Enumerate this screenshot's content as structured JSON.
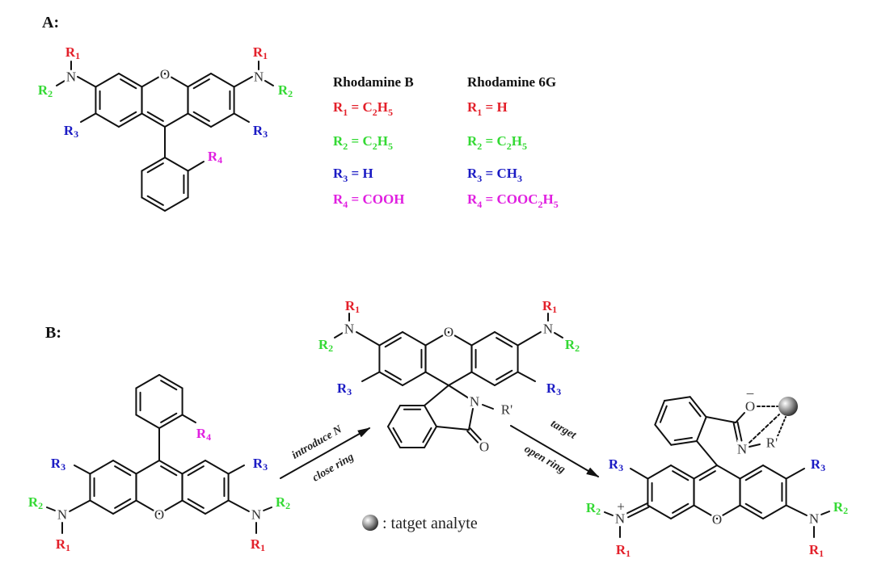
{
  "panel_labels": {
    "a": "A:",
    "b": "B:"
  },
  "substituents": {
    "R1": {
      "base": "R",
      "sub": "1",
      "color": "#e3202a"
    },
    "R2": {
      "base": "R",
      "sub": "2",
      "color": "#34d934"
    },
    "R3": {
      "base": "R",
      "sub": "3",
      "color": "#1b1bc4"
    },
    "R4": {
      "base": "R",
      "sub": "4",
      "color": "#e01fe0"
    }
  },
  "atoms": {
    "N": "N",
    "O": "O",
    "R_prime": "R'",
    "plus": "+",
    "minus": "–"
  },
  "table": {
    "columns": [
      {
        "header": "Rhodamine B",
        "rows": [
          {
            "r": "R1",
            "segments": [
              [
                "R",
                ""
              ],
              [
                "1",
                "sub"
              ],
              [
                " = C",
                ""
              ],
              [
                "2",
                "sub"
              ],
              [
                "H",
                ""
              ],
              [
                "5",
                "sub"
              ]
            ]
          },
          {
            "r": "R2",
            "segments": [
              [
                "R",
                ""
              ],
              [
                "2",
                "sub"
              ],
              [
                " = C",
                ""
              ],
              [
                "2",
                "sub"
              ],
              [
                "H",
                ""
              ],
              [
                "5",
                "sub"
              ]
            ]
          },
          {
            "r": "R3",
            "segments": [
              [
                "R",
                ""
              ],
              [
                "3",
                "sub"
              ],
              [
                " = H",
                ""
              ]
            ]
          },
          {
            "r": "R4",
            "segments": [
              [
                "R",
                ""
              ],
              [
                "4",
                "sub"
              ],
              [
                " = COOH",
                ""
              ]
            ]
          }
        ]
      },
      {
        "header": "Rhodamine 6G",
        "rows": [
          {
            "r": "R1",
            "segments": [
              [
                "R",
                ""
              ],
              [
                "1",
                "sub"
              ],
              [
                " = H",
                ""
              ]
            ]
          },
          {
            "r": "R2",
            "segments": [
              [
                "R",
                ""
              ],
              [
                "2",
                "sub"
              ],
              [
                " = C",
                ""
              ],
              [
                "2",
                "sub"
              ],
              [
                "H",
                ""
              ],
              [
                "5",
                "sub"
              ]
            ]
          },
          {
            "r": "R3",
            "segments": [
              [
                "R",
                ""
              ],
              [
                "3",
                "sub"
              ],
              [
                " = CH",
                ""
              ],
              [
                "3",
                "sub"
              ]
            ]
          },
          {
            "r": "R4",
            "segments": [
              [
                "R",
                ""
              ],
              [
                "4",
                "sub"
              ],
              [
                " = COOC",
                ""
              ],
              [
                "2",
                "sub"
              ],
              [
                "H",
                ""
              ],
              [
                "5",
                "sub"
              ]
            ]
          }
        ]
      }
    ]
  },
  "arrows": {
    "forward": {
      "top": "introduce N",
      "bottom": "close ring"
    },
    "reverse": {
      "top": "target",
      "bottom": "open ring"
    }
  },
  "legend": {
    "text": ": tatget analyte"
  }
}
